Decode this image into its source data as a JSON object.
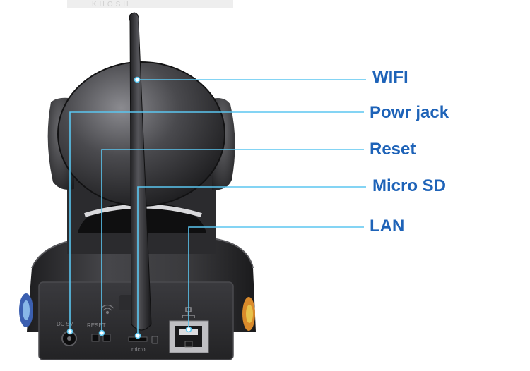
{
  "callouts": {
    "wifi": "WIFI",
    "power": "Powr jack",
    "reset": "Reset",
    "micro_sd": "Micro SD",
    "lan": "LAN"
  },
  "device_panel": {
    "dc_port_text": "DC 5V",
    "reset_port_text": "RESET",
    "sd_slot_text": "micro",
    "top_watermark": "KHOSH"
  },
  "colors": {
    "callout_text": "#1e63b8",
    "leader_line": "#5bc6f0",
    "camera_body": "#2a2a2c",
    "background": "#ffffff"
  }
}
